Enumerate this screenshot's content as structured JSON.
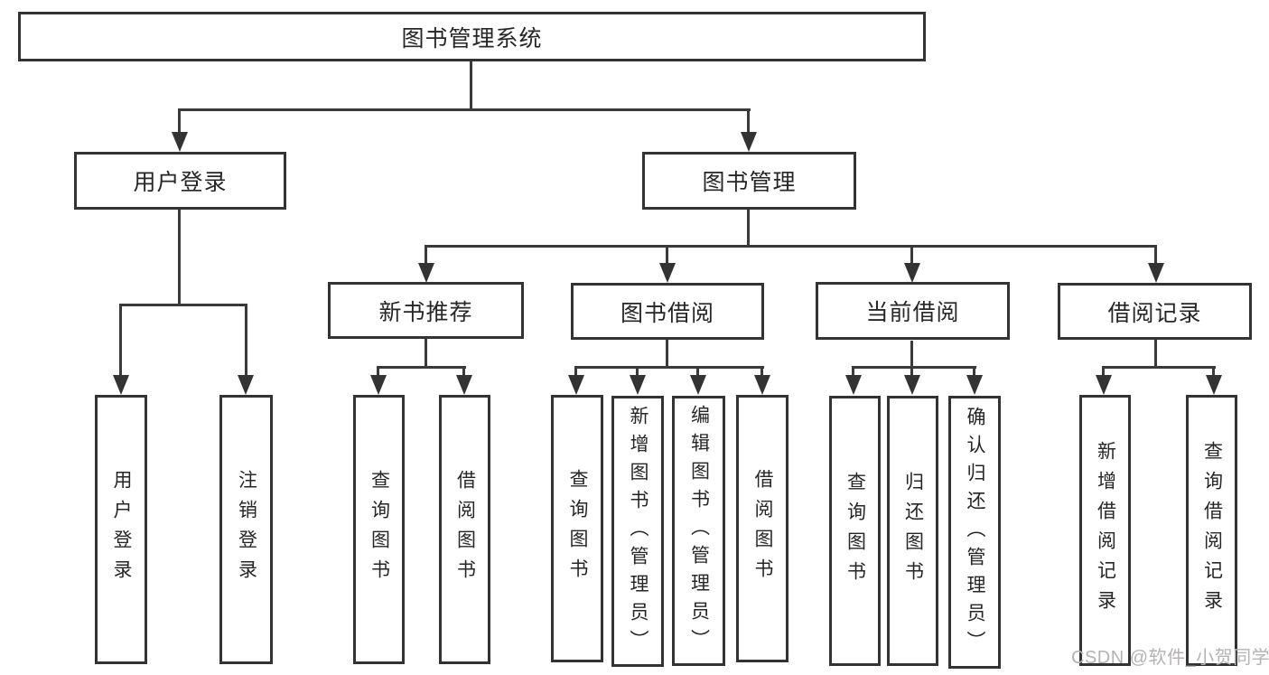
{
  "title": "图书管理系统",
  "level2": [
    {
      "label": "用户登录"
    },
    {
      "label": "图书管理"
    }
  ],
  "level3": [
    {
      "label": "新书推荐"
    },
    {
      "label": "图书借阅"
    },
    {
      "label": "当前借阅"
    },
    {
      "label": "借阅记录"
    }
  ],
  "leaves": {
    "user_login": [
      "用户登录",
      "注销登录"
    ],
    "new_book": [
      "查询图书",
      "借阅图书"
    ],
    "book_borrow": [
      "查询图书",
      "新增图书（管理员）",
      "编辑图书（管理员）",
      "借阅图书"
    ],
    "current_borrow": [
      "查询图书",
      "归还图书",
      "确认归还（管理员）"
    ],
    "borrow_record": [
      "新增借阅记录",
      "查询借阅记录"
    ]
  },
  "watermark": "CSDN @软件_小贺同学",
  "colors": {
    "line": "#3a3a3a",
    "border": "#333333",
    "text": "#262626",
    "watermark": "#b5b2b2"
  }
}
